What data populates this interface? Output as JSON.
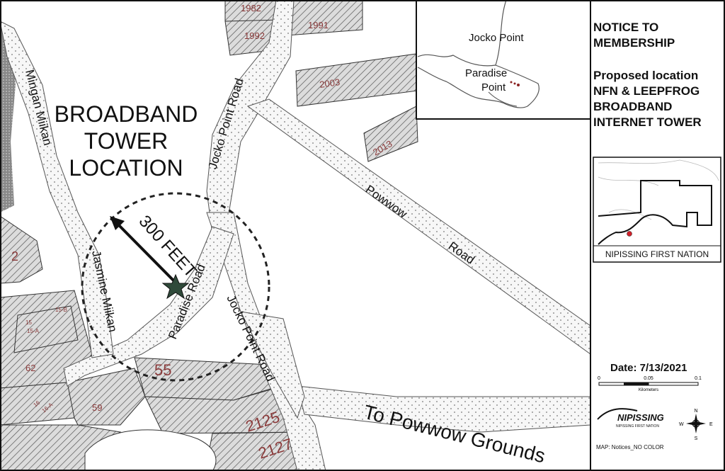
{
  "map": {
    "title_lines": [
      "BROADBAND",
      "TOWER",
      "LOCATION"
    ],
    "distance_label": "300 FEET",
    "roads": {
      "jocko_upper": "Jocko Point Road",
      "jocko_lower": "Jocko Point Road",
      "powwow": [
        "Powwow",
        "Road"
      ],
      "paradise": "Paradise Road",
      "mingan": "Mingan Miikan",
      "jasmine": "Jasmine Miikan",
      "grounds": "To Powwow Grounds"
    },
    "lots": [
      "1982",
      "1992",
      "1991",
      "2003",
      "2013",
      "2",
      "62",
      "59",
      "55",
      "2125",
      "2127",
      "15",
      "15-A",
      "15-B",
      "16",
      "16-A"
    ],
    "inset": {
      "jocko_point": "Jocko Point",
      "paradise_point": [
        "Paradise",
        "Point"
      ]
    }
  },
  "sidebar": {
    "notice": [
      "NOTICE TO",
      "MEMBERSHIP"
    ],
    "proposed": [
      "Proposed location",
      "NFN & LEEPFROG",
      "BROADBAND",
      "INTERNET TOWER"
    ],
    "nation_label": "NIPISSING FIRST NATION",
    "date": "Date: 7/13/2021",
    "scale_ticks": [
      "0",
      "0.05",
      "0.1"
    ],
    "scale_unit": "Kilometers",
    "logo_text": "NIPISSING",
    "logo_sub": "NIPISSING FIRST NATION",
    "compass": [
      "N",
      "S",
      "E",
      "W"
    ],
    "map_ref": "MAP: Notices_NO COLOR"
  },
  "colors": {
    "tower_star": "#2f4a3a",
    "marker_red": "#d0202a",
    "lot_text": "#8a3a3a",
    "hatch": "#555555"
  }
}
